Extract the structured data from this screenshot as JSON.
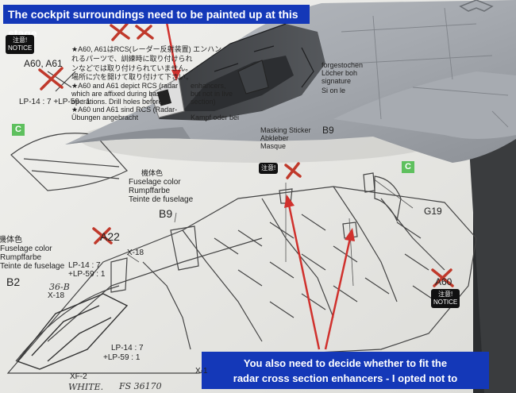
{
  "captions": {
    "top": "The cockpit surroundings need to be painted up at this stage",
    "bottom_line1": "You also need to decide whether to fit the",
    "bottom_line2": "radar cross section enhancers - I opted not to"
  },
  "instruction_sheet": {
    "notice_jp": "注意!",
    "notice_en": "NOTICE",
    "part_a60_a61": "A60, A61",
    "paint_ratio_1": "LP-14 : 7 +LP-59 : 1",
    "paint_lp14": "LP-14 : 7",
    "paint_lp59": "+LP-59 : 1",
    "jp_color": "機体色",
    "fuselage_en": "Fuselage color",
    "fuselage_de": "Rumpffarbe",
    "fuselage_fr": "Teinte de fuselage",
    "part_b9": "B9",
    "part_b9_ref": "B9",
    "part_b2": "B2",
    "part_a22": "A22",
    "part_g19": "G19",
    "part_a60": "A60",
    "paint_x18": "X-18",
    "paint_x18b": "X-18",
    "paint_xf2": "XF-2",
    "paint_x1": "X-1",
    "text_snippets": [
      "★A60, A61はRCS(レーダー反射装置) エンハン",
      "れるパーツで、訓練時に取り付けられ",
      "ンなどでは取り付けられていません。",
      "場所に穴を開けて取り付けて下さい。",
      "★A60 and A61 depict RCS (radar",
      "which are affixed during basic",
      "operations. Drill holes before",
      "★A60 und A61 sind RCS (Radar-",
      "Übungen angebracht",
      "enhancers,",
      "but not in live",
      "section)",
      "Kampf oder bei",
      "forgestochen",
      "Löcher boh",
      "signature",
      "Si on le",
      "Masking Sticker",
      "Abkleber",
      "Masque"
    ],
    "handwritten": {
      "fs_code": "FS 36170",
      "white": "WHITE.",
      "scrawl": "36-B"
    },
    "step_markers": [
      "C",
      "C"
    ]
  }
}
